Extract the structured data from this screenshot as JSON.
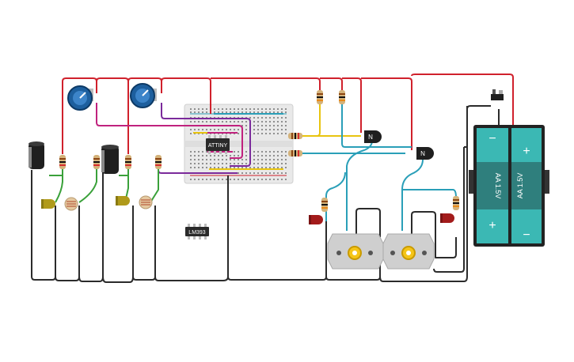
{
  "labels": {
    "mcu_chip": "ATTINY",
    "comparator_chip": "LM393",
    "transistor_1": "N",
    "transistor_2": "N",
    "battery_cell_1": "AA 1.5V",
    "battery_cell_2": "AA 1.5V",
    "plus": "+",
    "minus": "−"
  },
  "colors": {
    "wire_red": "#d0212c",
    "wire_black": "#2b2b2b",
    "wire_magenta": "#c0227e",
    "wire_purple": "#7b2a9b",
    "wire_green": "#3aa13a",
    "wire_teal": "#2a9fb8",
    "wire_yellow": "#e8c40f",
    "breadboard": "#e9e9e9",
    "battery_cell": "#3bb8b4",
    "battery_case": "#222222",
    "motor_body": "#cfcfcf",
    "gear": "#f5c518",
    "led_red": "#a31b1b",
    "led_yellow": "#b09a1a",
    "pot_knob": "#1d5f9e"
  },
  "icons": [
    "potentiometer-icon",
    "capacitor-icon",
    "ldr-icon",
    "led-icon",
    "resistor-icon",
    "transistor-icon",
    "dc-motor-icon",
    "slide-switch-icon",
    "battery-icon"
  ]
}
